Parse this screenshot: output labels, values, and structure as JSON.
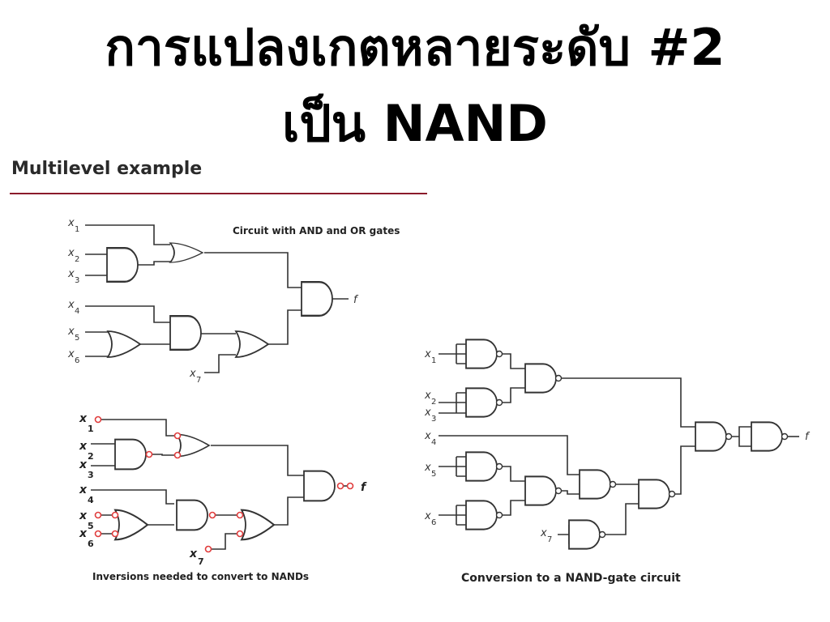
{
  "title": {
    "line1": "การแปลงเกตหลายระดับ #2",
    "line2": "เป็น NAND"
  },
  "section_heading": "Multilevel example",
  "colors": {
    "rule": "#8b1a2b",
    "inversion_bubble": "#e03c3c",
    "wire": "#333333"
  },
  "diagram1": {
    "caption": "Circuit with AND and OR gates",
    "inputs": [
      "x1",
      "x2",
      "x3",
      "x4",
      "x5",
      "x6",
      "x7"
    ],
    "output": "f"
  },
  "diagram2": {
    "caption": "Inversions needed to convert to NANDs",
    "output": "f"
  },
  "diagram3": {
    "caption": "Conversion to a NAND-gate circuit",
    "output": "f"
  },
  "labels": {
    "x": "x",
    "f": "f",
    "subs": [
      "1",
      "2",
      "3",
      "4",
      "5",
      "6",
      "7"
    ]
  }
}
